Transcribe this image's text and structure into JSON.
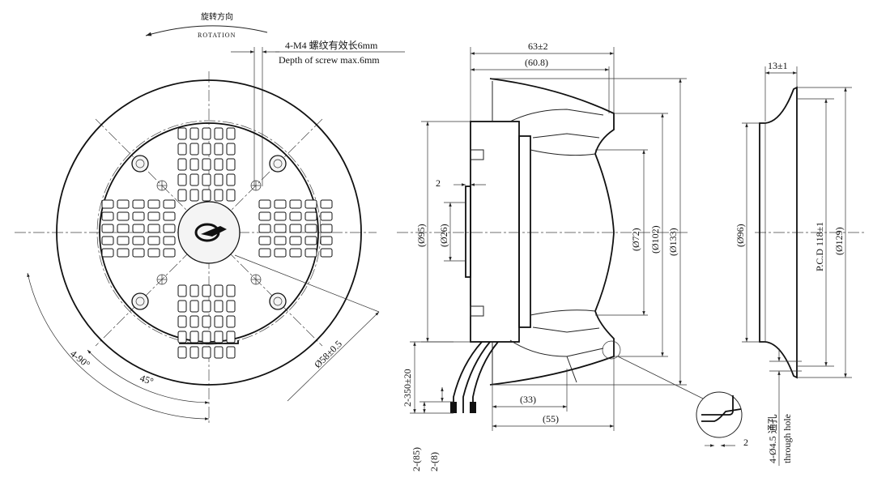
{
  "rotation": {
    "cn": "旋转方向",
    "en": "ROTATION"
  },
  "screw_note": {
    "cn": "4-M4 螺纹有效长6mm",
    "en": "Depth of screw max.6mm"
  },
  "front_view": {
    "angle_90": "4-90°",
    "angle_45": "45°",
    "bolt_circle": "Ø58±0.5"
  },
  "side_view": {
    "depth_total": "63±2",
    "depth_body": "(60.8)",
    "dia_95": "(Ø95)",
    "dia_26": "(Ø26)",
    "dim_2": "2",
    "dia_72": "(Ø72)",
    "dia_102": "(Ø102)",
    "dia_133": "(Ø133)",
    "dim_33": "(33)",
    "dim_55": "(55)",
    "lead_length": "2-350±20",
    "lead_85": "2-(85)",
    "lead_8": "2-(8)",
    "detail_2": "2"
  },
  "ring_view": {
    "width": "13±1",
    "dia_96": "(Ø96)",
    "pcd": "P.C.D 118±1",
    "dia_129": "(Ø129)",
    "holes_cn": "4-Ø4.5 通孔",
    "holes_en": "through hole"
  }
}
